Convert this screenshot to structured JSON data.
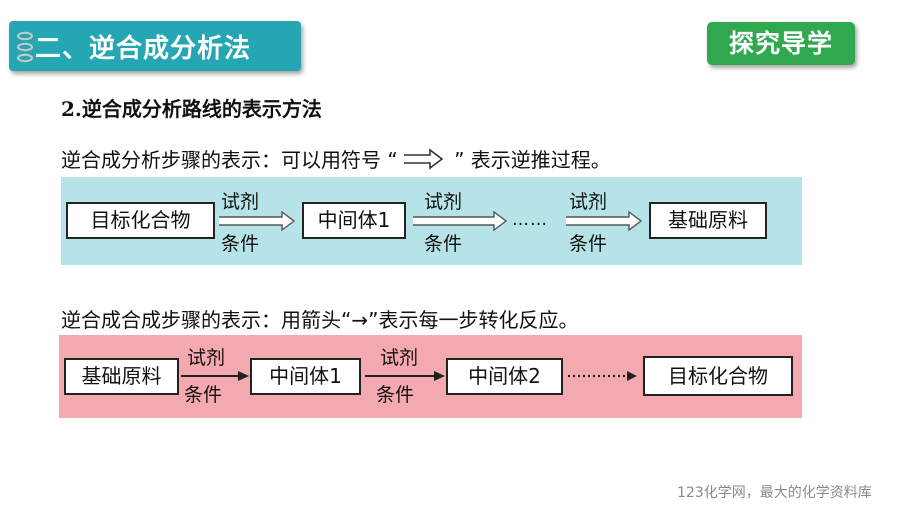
{
  "header": {
    "section_title": "二、逆合成分析法",
    "badge": "探究导学"
  },
  "subheading": "2.逆合成分析路线的表示方法",
  "retro": {
    "line_before": "逆合成分析步骤的表示：可以用符号 “",
    "line_after": " ” 表示逆推过程。",
    "boxes": [
      "目标化合物",
      "中间体1",
      "基础原料"
    ],
    "reagent": "试剂",
    "condition": "条件",
    "ellipsis": "……"
  },
  "synthesis": {
    "line": "逆合成合成步骤的表示：用箭头“→”表示每一步转化反应。",
    "boxes": [
      "基础原料",
      "中间体1",
      "中间体2",
      "目标化合物"
    ],
    "reagent": "试剂",
    "condition": "条件"
  },
  "footer": "123化学网，最大的化学资料库",
  "colors": {
    "section_tab": "#25a6b3",
    "badge": "#2fa84f",
    "retro_panel": "#b6e3e8",
    "synthesis_panel": "#f4a9b0"
  }
}
